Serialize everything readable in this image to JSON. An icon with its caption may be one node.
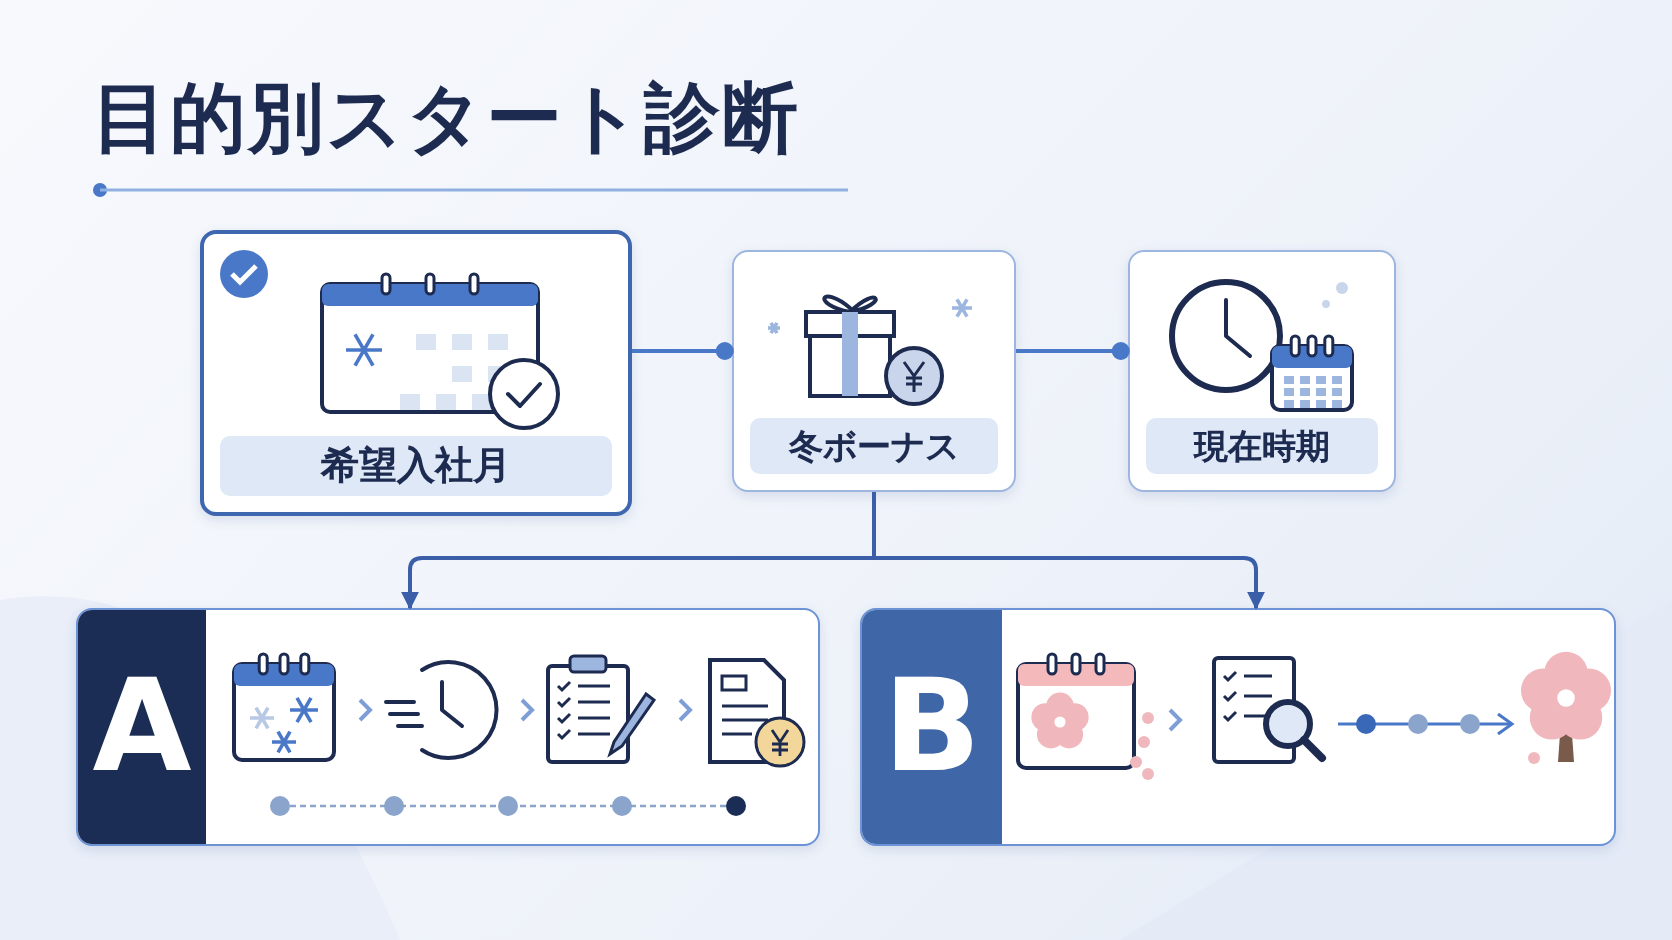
{
  "diagram": {
    "title": "目的別スタート診断",
    "nodes": [
      {
        "text": [
          "希望入社月"
        ]
      },
      {
        "text": [
          "冬ボーナス"
        ]
      },
      {
        "text": [
          "現在時期"
        ]
      },
      {
        "text": [
          "A"
        ]
      },
      {
        "text": [
          "B"
        ]
      }
    ],
    "edges": [
      {
        "from": 0,
        "to": 1,
        "arrow": "other"
      },
      {
        "from": 1,
        "to": 2,
        "arrow": "other"
      },
      {
        "from": 1,
        "to": 3,
        "arrow": "to"
      },
      {
        "from": 1,
        "to": 4,
        "arrow": "to"
      }
    ]
  }
}
